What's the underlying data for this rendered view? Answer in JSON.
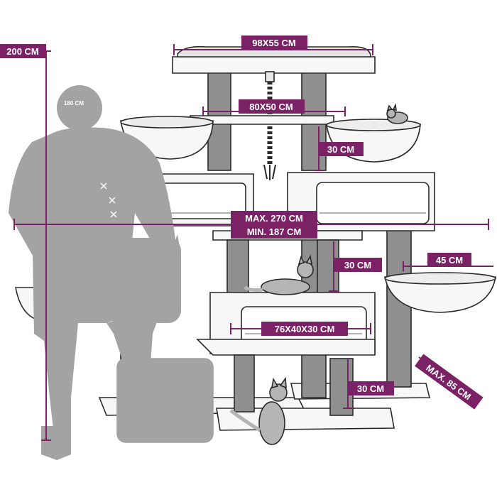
{
  "colors": {
    "accent": "#7b2266",
    "post": "#8f8f8f",
    "person": "#a3a3a3",
    "outline": "#2a2a2a",
    "panel": "#f7f7f7",
    "cushion": "#d9d9d9"
  },
  "labels": {
    "height_total": "200 CM",
    "person_height": "180 CM",
    "top_platform": "98X55 CM",
    "second_platform": "80X50 CM",
    "post_top": "30 CM",
    "width_max": "MAX. 270 CM",
    "width_min": "MIN. 187 CM",
    "post_mid": "30 CM",
    "hammock": "45 CM",
    "cave": "76X40X30 CM",
    "depth_max": "MAX. 85 CM",
    "post_bottom": "30 CM"
  },
  "icons": {
    "person": "person-silhouette-icon",
    "cat_top": "cat-icon",
    "cat_lying": "cat-icon",
    "cat_sitting": "cat-icon"
  }
}
